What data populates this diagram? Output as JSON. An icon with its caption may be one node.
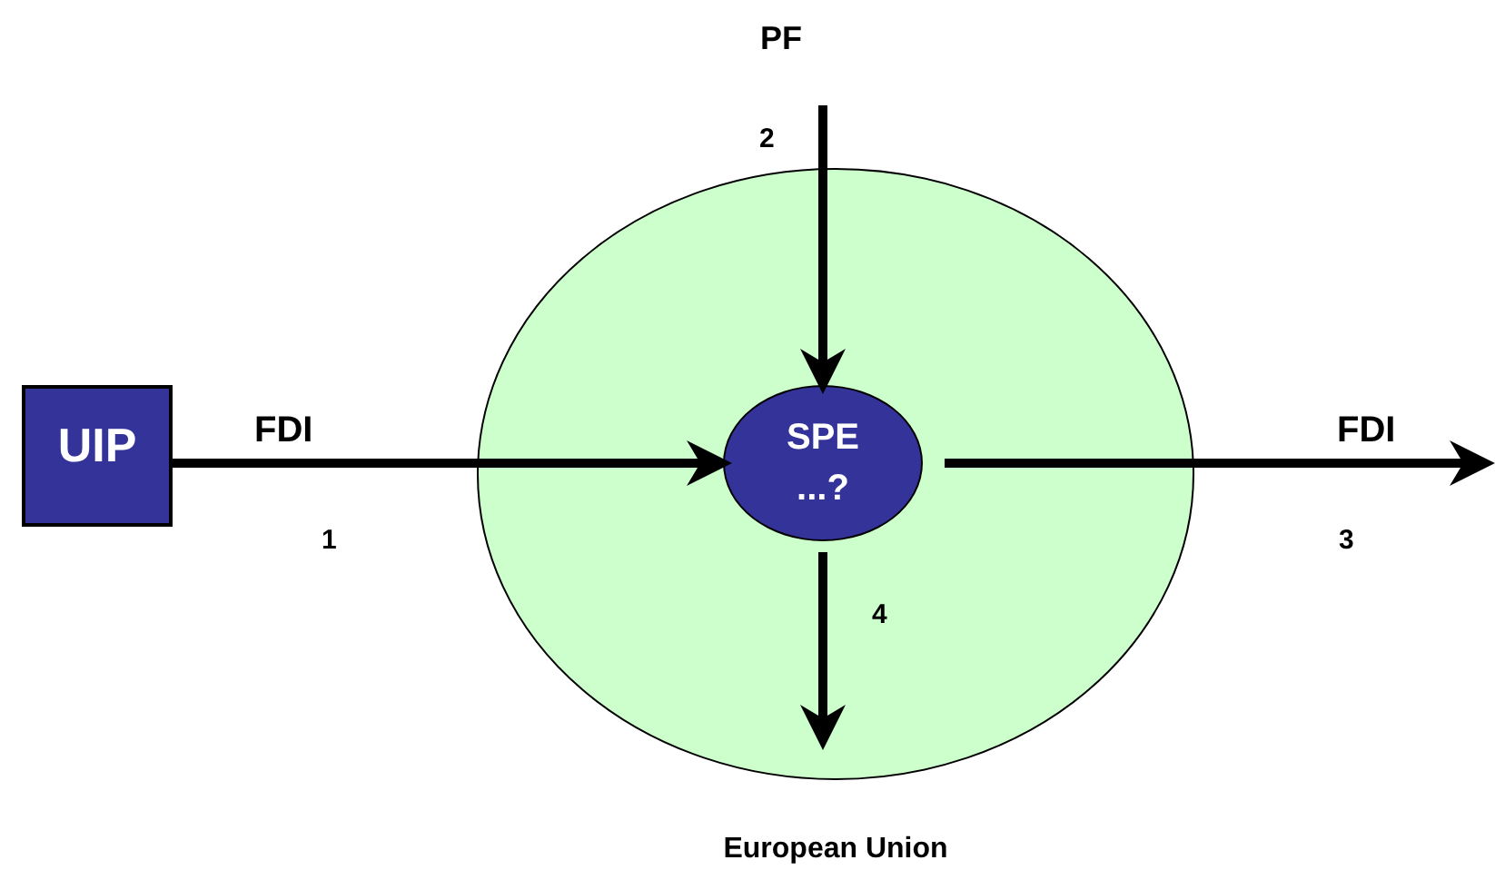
{
  "diagram": {
    "nodes": [
      {
        "text": [
          "European Union"
        ]
      },
      {
        "text": [
          "UIP"
        ]
      },
      {
        "text": [
          "SPE",
          "...?"
        ],
        "in": 0
      },
      {
        "text": [
          "PF"
        ]
      }
    ],
    "edges": [
      {
        "from": 1,
        "to": 2,
        "arrow": "to",
        "label": "FDI"
      },
      {
        "from": 3,
        "to": 2,
        "arrow": "to"
      },
      {
        "from": 2,
        "to": null,
        "arrow": "to",
        "label": "FDI"
      },
      {
        "from": 2,
        "to": null,
        "arrow": "to"
      }
    ],
    "labels": [
      "2",
      "1",
      "3",
      "4"
    ]
  }
}
